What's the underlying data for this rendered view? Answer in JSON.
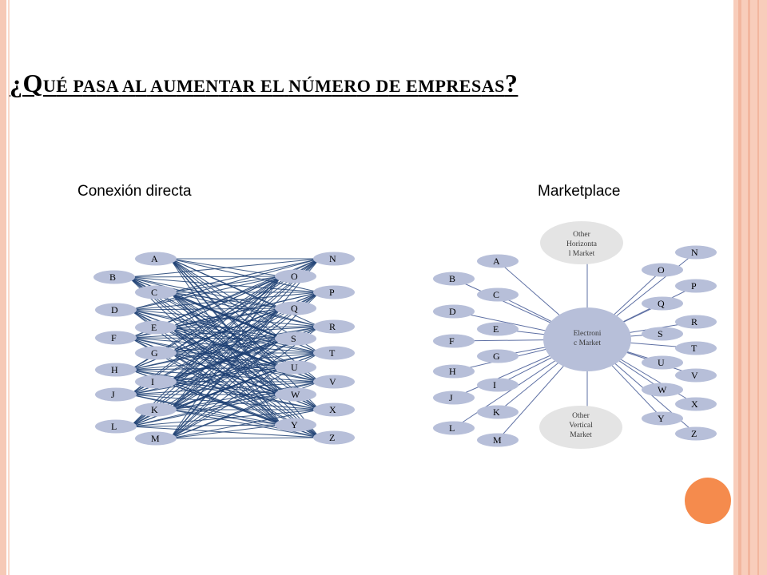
{
  "title": {
    "text": "¿Qué pasa al aumentar el número de empresas?"
  },
  "left_panel": {
    "label": "Conexión directa",
    "left_nodes": [
      "A",
      "B",
      "C",
      "D",
      "E",
      "F",
      "G",
      "H",
      "I",
      "J",
      "K",
      "L",
      "M"
    ],
    "right_nodes": [
      "N",
      "O",
      "P",
      "Q",
      "R",
      "S",
      "T",
      "U",
      "V",
      "W",
      "X",
      "Y",
      "Z"
    ]
  },
  "right_panel": {
    "label": "Marketplace",
    "hub": {
      "lines": [
        "Electroni",
        "c Market"
      ]
    },
    "top_node": {
      "lines": [
        "Other",
        "Horizonta",
        "l Market"
      ]
    },
    "bottom_node": {
      "lines": [
        "Other",
        "Vertical",
        "Market"
      ]
    },
    "left_nodes": [
      "A",
      "B",
      "C",
      "D",
      "E",
      "F",
      "G",
      "H",
      "I",
      "J",
      "K",
      "L",
      "M"
    ],
    "right_nodes": [
      "N",
      "O",
      "P",
      "Q",
      "R",
      "S",
      "T",
      "U",
      "V",
      "W",
      "X",
      "Y",
      "Z"
    ]
  },
  "colors": {
    "node_fill": "#b7bfd9",
    "line_color": "#1d3f73",
    "spoke_color": "#5d6fa3",
    "hub_fill": "#b7bfd9",
    "other_fill": "#e4e4e4",
    "accent": "#f58b4d"
  }
}
